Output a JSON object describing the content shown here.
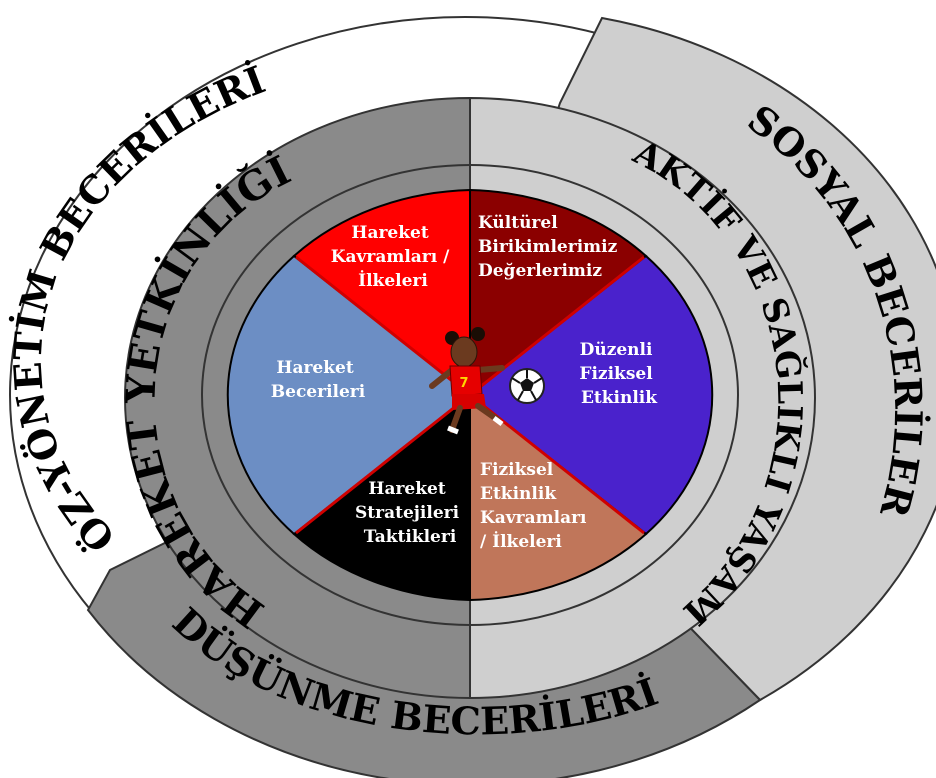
{
  "outer_ring": {
    "oz_yonetim": "ÖZ-YÖNETİM BECERİLERİ",
    "sosyal": "SOSYAL BECERİLER",
    "dusunme": "DÜŞÜNME BECERİLERİ"
  },
  "middle_ring": {
    "hareket_yetkinligi": "HAREKET YETKİNLİĞİ",
    "aktif_yasam": "AKTİF VE SAĞLIKLI YAŞAM"
  },
  "slices": {
    "hareket_kavramlari": [
      "Hareket",
      "Kavramları /",
      "İlkeleri"
    ],
    "kulturel": [
      "Kültürel",
      "Birikimlerimiz",
      "Değerlerimiz"
    ],
    "duzenli": [
      "Düzenli",
      "Fiziksel",
      "Etkinlik"
    ],
    "fiziksel_kavramlari": [
      "Fiziksel",
      "Etkinlik",
      "Kavramları",
      "/ İlkeleri"
    ],
    "stratejiler": [
      "Hareket",
      "Stratejileri",
      "Taktikleri"
    ],
    "beceriler": [
      "Hareket",
      "Becerileri"
    ]
  },
  "center": {
    "jersey_number": "7"
  },
  "colors": {
    "red": "#ff0000",
    "dark_red": "#8b0000",
    "purple": "#4a22cc",
    "brown": "#c0765a",
    "black": "#000000",
    "steel_blue": "#6c8ec4",
    "light_gray": "#cfcfcf",
    "dark_gray": "#8a8a8a"
  }
}
